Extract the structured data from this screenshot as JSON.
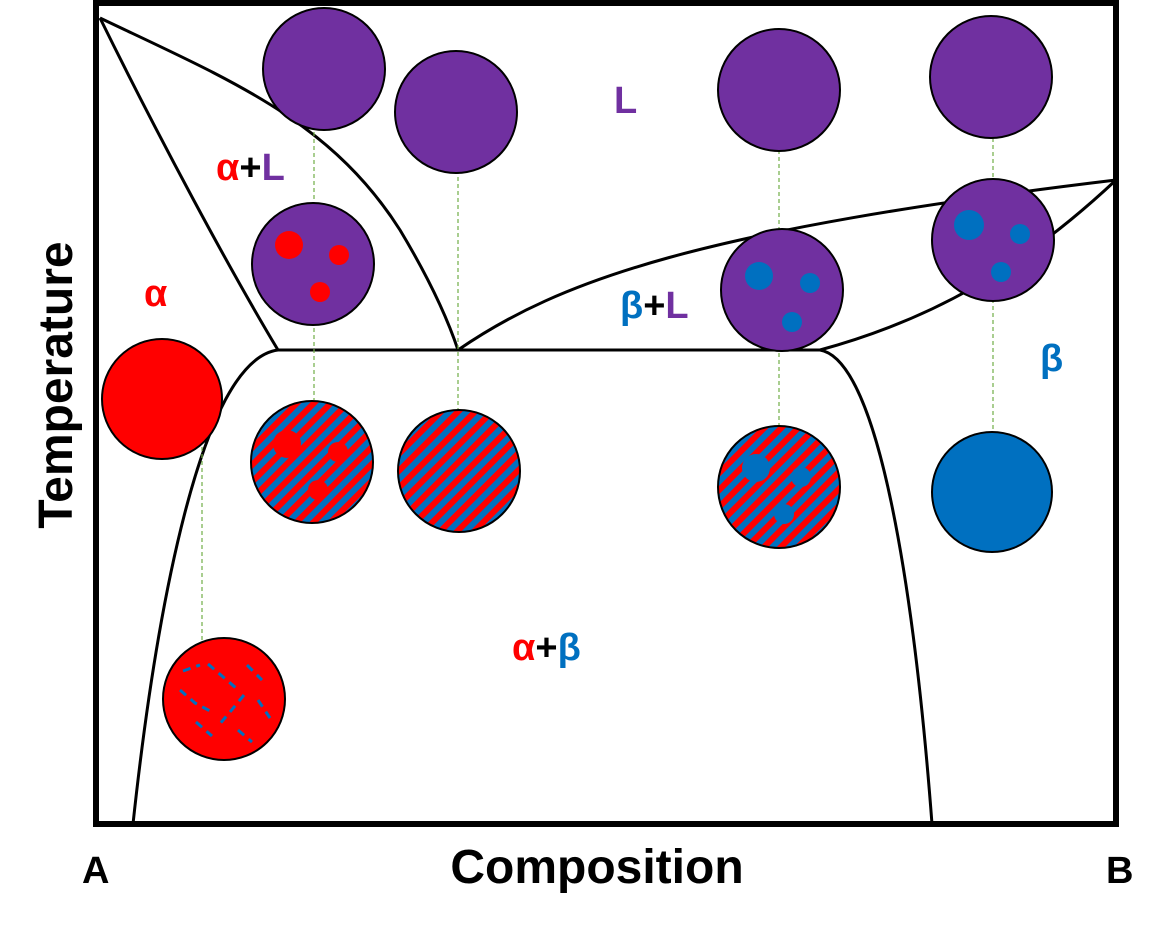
{
  "colors": {
    "alpha": "#ff0000",
    "beta": "#0070c0",
    "liquid": "#7030a0",
    "line": "#000000",
    "tie": "#70ad47"
  },
  "labels": {
    "liquid": "L",
    "alpha": "α",
    "beta": "β",
    "alpha_liquid": {
      "a": "α",
      "plus": "+",
      "b": "L"
    },
    "beta_liquid": {
      "a": "β",
      "plus": "+",
      "b": "L"
    },
    "alpha_beta": {
      "a": "α",
      "plus": "+",
      "b": "β"
    }
  },
  "axes": {
    "x_title": "Composition",
    "y_title": "Temperature",
    "left_end": "A",
    "right_end": "B"
  }
}
